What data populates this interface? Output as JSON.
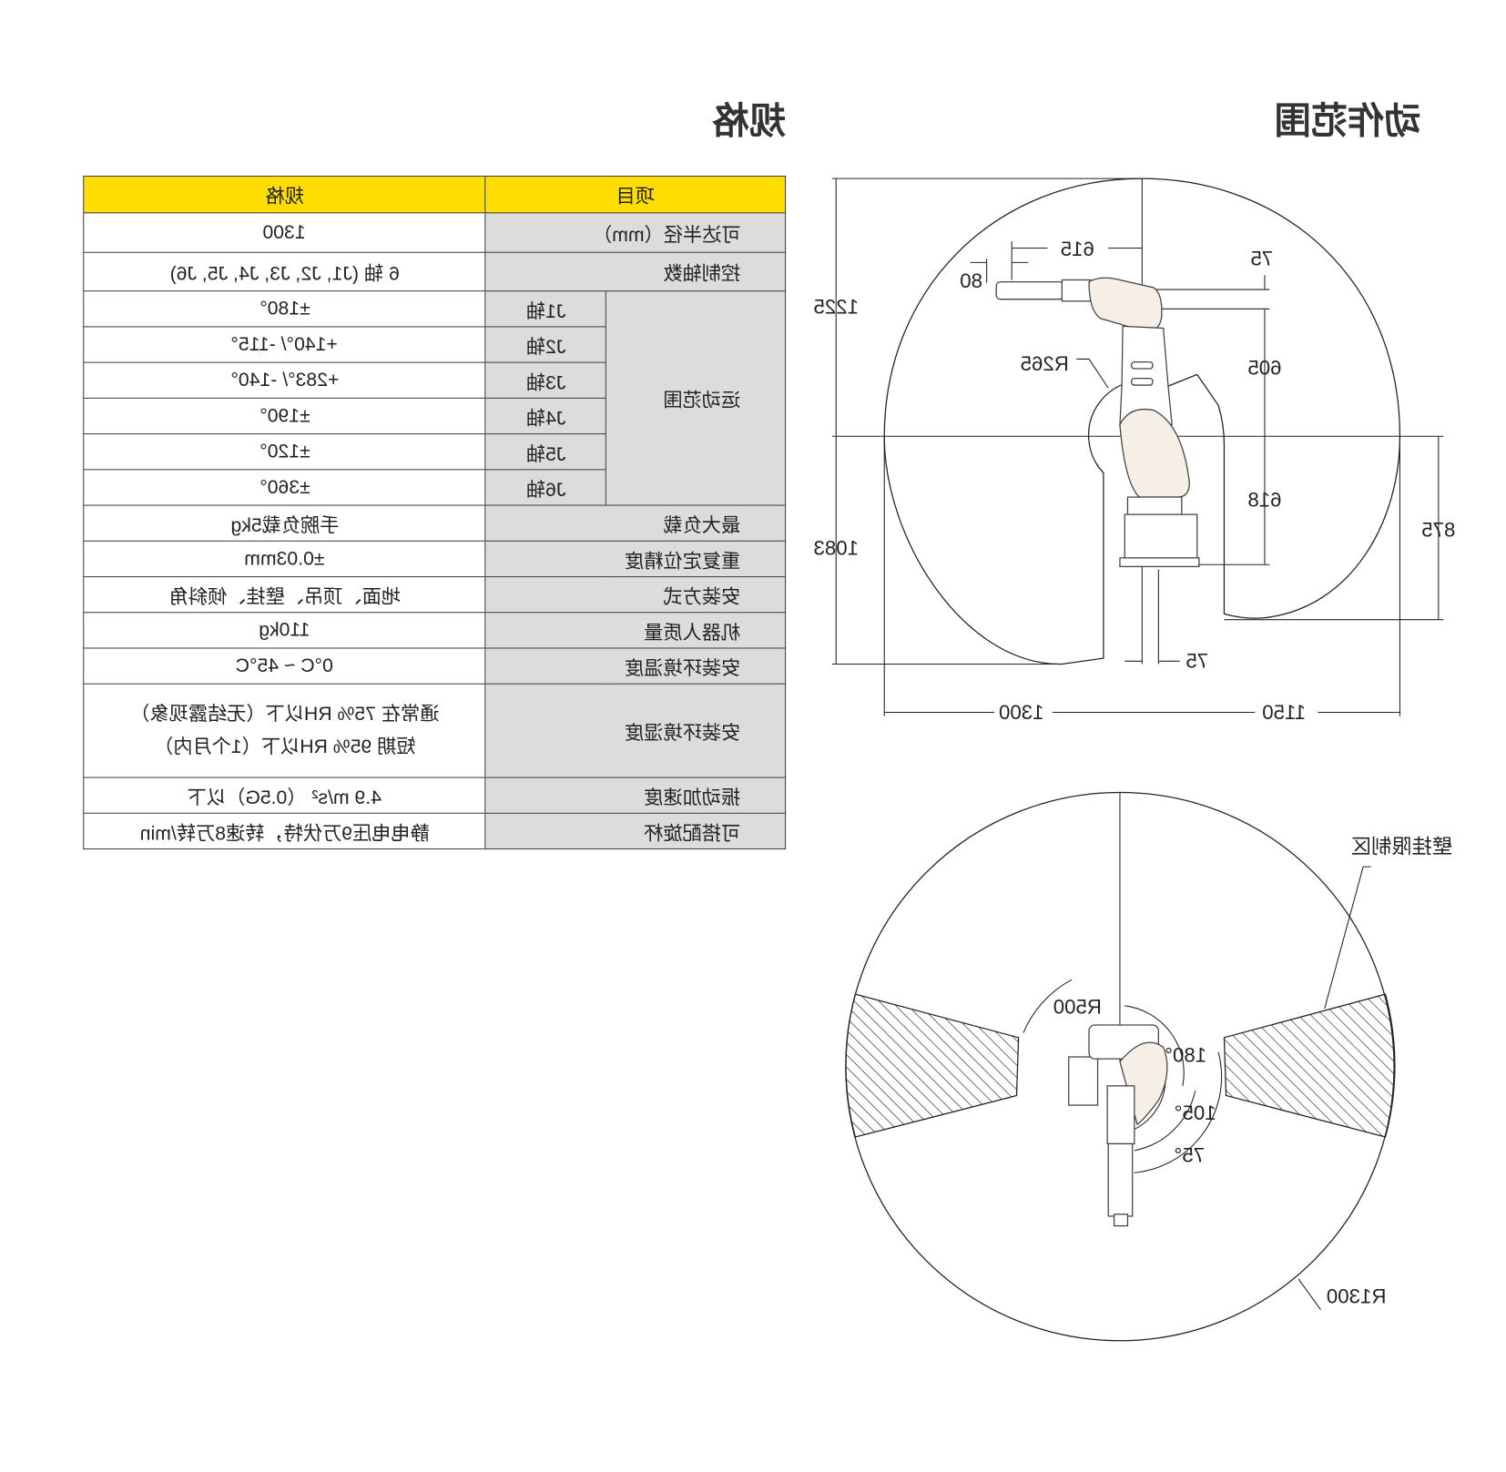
{
  "titles": {
    "spec": "规格",
    "motion_range": "动作范围"
  },
  "table": {
    "headers": {
      "item": "项目",
      "spec": "规格"
    },
    "rows": [
      {
        "item": "可达半径（mm）",
        "value": "1300"
      },
      {
        "item": "控制轴数",
        "value": "6 轴 (J1, J2, J3, J4, J5, J6)"
      }
    ],
    "motion": {
      "label": "运动范围",
      "axes": [
        {
          "axis": "J1轴",
          "value": "±180°"
        },
        {
          "axis": "J2轴",
          "value": "+140°/ -115°"
        },
        {
          "axis": "J3轴",
          "value": "+283°/ -140°"
        },
        {
          "axis": "J4轴",
          "value": "±190°"
        },
        {
          "axis": "J5轴",
          "value": "±120°"
        },
        {
          "axis": "J6轴",
          "value": "±360°"
        }
      ]
    },
    "rows2": [
      {
        "item": "最大负载",
        "value": "手腕负载5kg"
      },
      {
        "item": "重复定位精度",
        "value": "±0.03mm"
      },
      {
        "item": "安装方式",
        "value": "地面、顶吊、壁挂、倾斜角"
      },
      {
        "item": "机器人质量",
        "value": "110kg"
      },
      {
        "item": "安装环境温度",
        "value": "0°C ~ 45°C"
      },
      {
        "item": "安装环境湿度",
        "value_lines": [
          "通常在 75% RH以下（无结露现象）",
          "短期 95% RH以下（1个月内）"
        ]
      },
      {
        "item": "振动加速度",
        "value": "4.9 m/s²  （0.5G）以下"
      },
      {
        "item": "可搭配旋杯",
        "value": "静电电压9万伏特，转速8万转/min"
      }
    ]
  },
  "side_view": {
    "dims": {
      "d1225": "1225",
      "d1083": "1083",
      "d615": "615",
      "d80": "80",
      "d75_top": "75",
      "d605": "605",
      "d618": "618",
      "d875": "875",
      "d75_bottom": "75",
      "d1300": "1300",
      "d1150": "1150",
      "r265": "R265"
    }
  },
  "top_view": {
    "labels": {
      "r500": "R500",
      "a180": "180°",
      "a105": "105°",
      "a75": "75°",
      "wall_zone": "壁挂限制区",
      "r1300": "R1300"
    }
  },
  "colors": {
    "header_fill": "#ffdd00",
    "item_fill": "#dcdcdc"
  }
}
